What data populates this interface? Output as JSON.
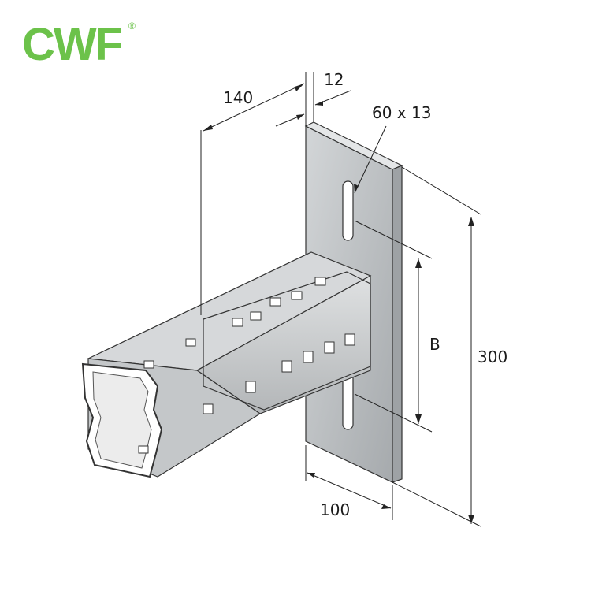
{
  "brand": {
    "logo_text": "CWF",
    "registered_mark": "®",
    "logo_color": "#6cc24a"
  },
  "dimensions": {
    "channel_length": "140",
    "plate_thickness": "12",
    "slot_size": "60 x 13",
    "slot_spacing": "B",
    "plate_height": "300",
    "plate_width": "100"
  },
  "colors": {
    "plate": "#bfc3c6",
    "plate_side": "#a9adb0",
    "channel": "#c7cacc",
    "line": "#333333"
  }
}
